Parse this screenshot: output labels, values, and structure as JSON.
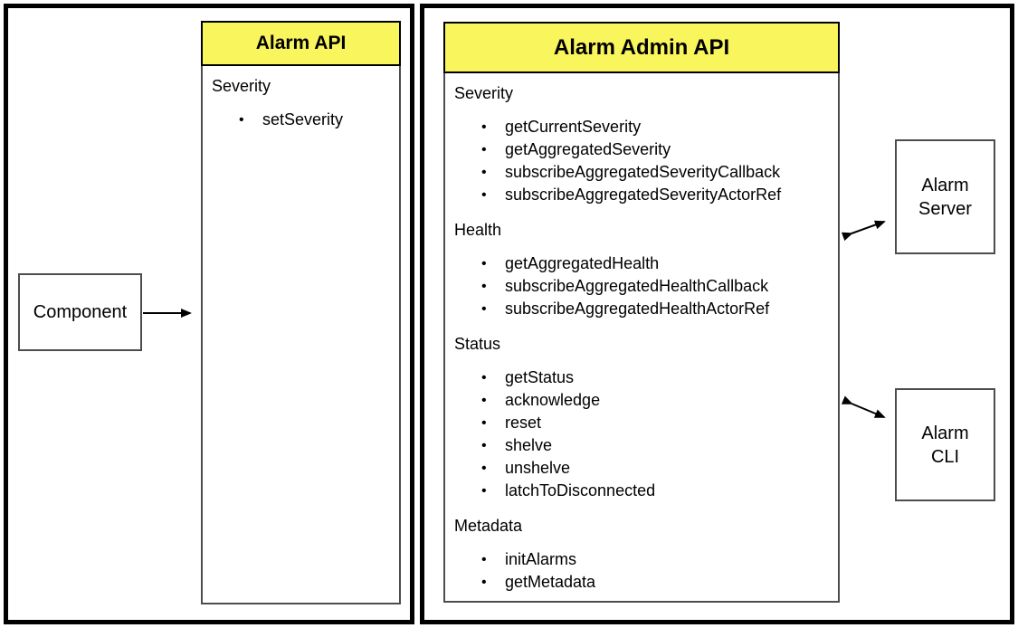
{
  "diagram": {
    "colors": {
      "header_fill": "#F9F55C",
      "box_border": "#4D4D4D",
      "panel_border": "#000000",
      "arrow": "#000000"
    },
    "left_panel": {
      "component_box": {
        "label": "Component"
      },
      "alarm_api": {
        "title": "Alarm API",
        "sections": [
          {
            "heading": "Severity",
            "items": [
              "setSeverity"
            ]
          }
        ]
      }
    },
    "right_panel": {
      "alarm_admin_api": {
        "title": "Alarm Admin API",
        "sections": [
          {
            "heading": "Severity",
            "items": [
              "getCurrentSeverity",
              "getAggregatedSeverity",
              "subscribeAggregatedSeverityCallback",
              "subscribeAggregatedSeverityActorRef"
            ]
          },
          {
            "heading": "Health",
            "items": [
              "getAggregatedHealth",
              "subscribeAggregatedHealthCallback",
              "subscribeAggregatedHealthActorRef"
            ]
          },
          {
            "heading": "Status",
            "items": [
              "getStatus",
              "acknowledge",
              "reset",
              "shelve",
              "unshelve",
              "latchToDisconnected"
            ]
          },
          {
            "heading": "Metadata",
            "items": [
              "initAlarms",
              "getMetadata"
            ]
          }
        ]
      },
      "alarm_server_box": {
        "label": "Alarm Server"
      },
      "alarm_cli_box": {
        "label": "Alarm CLI"
      }
    }
  }
}
